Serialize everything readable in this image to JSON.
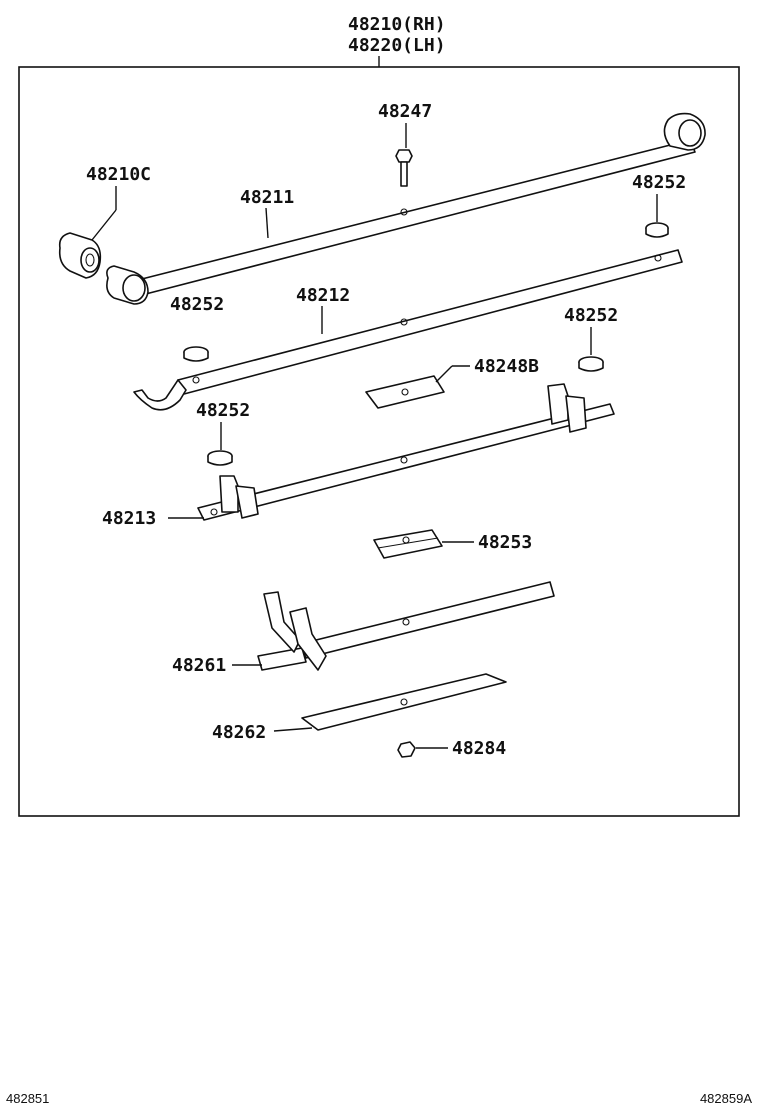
{
  "header": {
    "line1": "48210(RH)",
    "line2": "48220(LH)"
  },
  "labels": {
    "bushing": "48210C",
    "main_leaf": "48211",
    "bolt": "48247",
    "silencer_top_right": "48252",
    "leaf_2": "48212",
    "silencer_left": "48252",
    "silencer_right": "48252",
    "clip_plate": "48248B",
    "silencer_mid": "48252",
    "leaf_3": "48213",
    "spacer": "48253",
    "leaf_4": "48261",
    "leaf_5": "48262",
    "nut": "48284"
  },
  "footer": {
    "left": "482851",
    "right": "482859A"
  }
}
